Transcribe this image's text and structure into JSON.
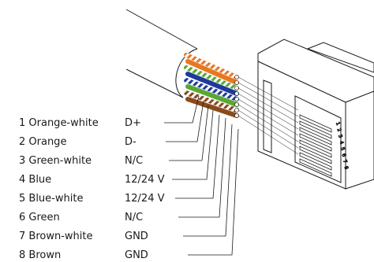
{
  "pins": [
    {
      "number": "1",
      "color_name": "Orange-white",
      "signal": "D+",
      "base": "#e87722",
      "stripe": true
    },
    {
      "number": "2",
      "color_name": "Orange",
      "signal": "D-",
      "base": "#e87722",
      "stripe": false
    },
    {
      "number": "3",
      "color_name": "Green-white",
      "signal": "N/C",
      "base": "#5aa832",
      "stripe": true
    },
    {
      "number": "4",
      "color_name": "Blue",
      "signal": "12/24 V",
      "base": "#1f3a9c",
      "stripe": false
    },
    {
      "number": "5",
      "color_name": "Blue-white",
      "signal": "12/24 V",
      "base": "#1f3a9c",
      "stripe": true
    },
    {
      "number": "6",
      "color_name": "Green",
      "signal": "N/C",
      "base": "#5aa832",
      "stripe": false
    },
    {
      "number": "7",
      "color_name": "Brown-white",
      "signal": "GND",
      "base": "#8a4b1c",
      "stripe": true
    },
    {
      "number": "8",
      "color_name": "Brown",
      "signal": "GND",
      "base": "#8a4b1c",
      "stripe": false
    }
  ],
  "connector_pin_numbers": [
    "1",
    "2",
    "3",
    "4",
    "5",
    "6",
    "7",
    "8"
  ]
}
